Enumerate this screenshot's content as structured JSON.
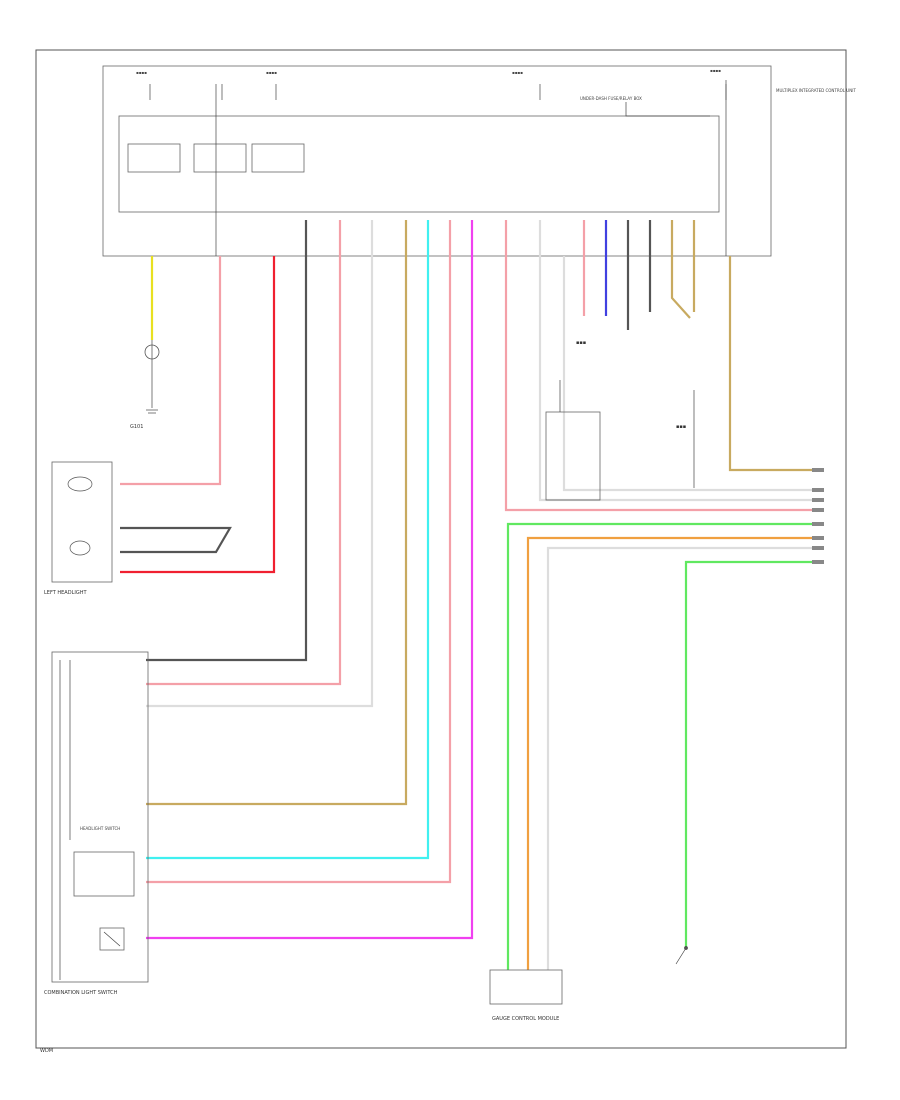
{
  "colors": {
    "frame": "#555555",
    "yellow": "#e8e020",
    "pink": "#f4a0a8",
    "red": "#f02030",
    "black": "#555555",
    "white": "#dddddd",
    "tan": "#c8aa60",
    "cyan": "#40f0f0",
    "magenta": "#f040f0",
    "green": "#60e860",
    "orange": "#f0a040",
    "blue": "#4040e0"
  },
  "icons": [
    "ground-symbol",
    "bulb-symbol",
    "switch-symbol",
    "connector-pin"
  ],
  "labels": {
    "unit_title": "MULTIPLEX INTEGRATED CONTROL UNIT",
    "under_dash": "UNDER-DASH FUSE/RELAY BOX",
    "left_headlight": "LEFT HEADLIGHT",
    "combination_switch": "COMBINATION LIGHT SWITCH",
    "headlight_switch": "HEADLIGHT SWITCH",
    "gauge_control": "GAUGE CONTROL MODULE",
    "ground_g101": "G101",
    "footer": "WDM"
  }
}
